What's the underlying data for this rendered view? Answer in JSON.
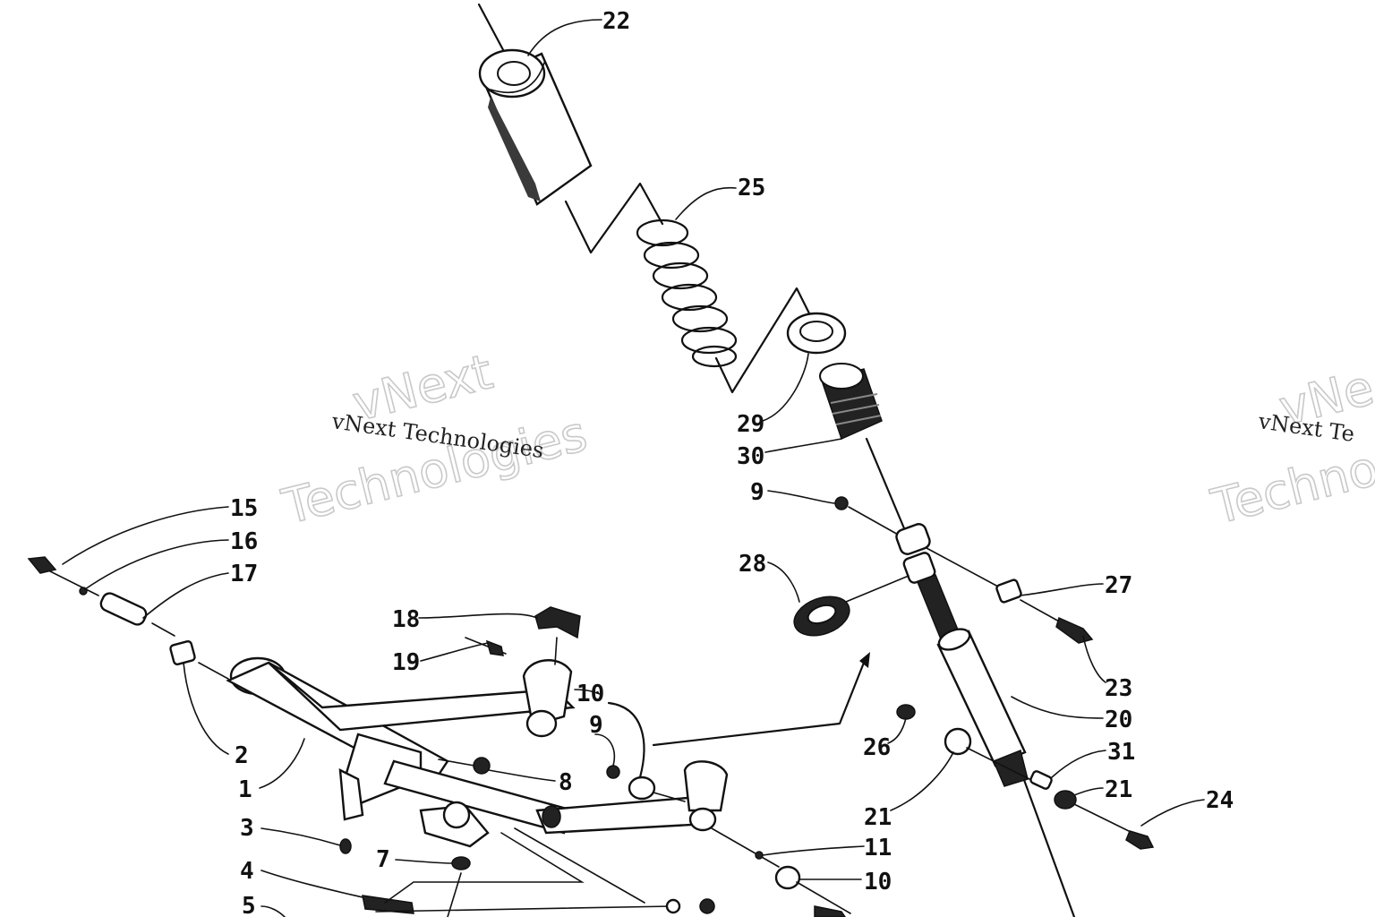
{
  "watermark": {
    "company_small": "vNext Technologies",
    "company_big_line1": "vNext",
    "company_big_line2": "Technologies",
    "company_small_right": "vNext Te",
    "company_big_right_line1": "vNe",
    "company_big_right_line2": "Techno"
  },
  "callouts": {
    "c22": "22",
    "c25": "25",
    "c29": "29",
    "c30": "30",
    "c9a": "9",
    "c28": "28",
    "c27": "27",
    "c23": "23",
    "c20": "20",
    "c31": "31",
    "c21a": "21",
    "c24": "24",
    "c26": "26",
    "c21b": "21",
    "c11": "11",
    "c10a": "10",
    "c10b": "10",
    "c9b": "9",
    "c8": "8",
    "c18": "18",
    "c19": "19",
    "c15": "15",
    "c16": "16",
    "c17": "17",
    "c2": "2",
    "c1": "1",
    "c3": "3",
    "c4": "4",
    "c5": "5",
    "c7": "7"
  }
}
